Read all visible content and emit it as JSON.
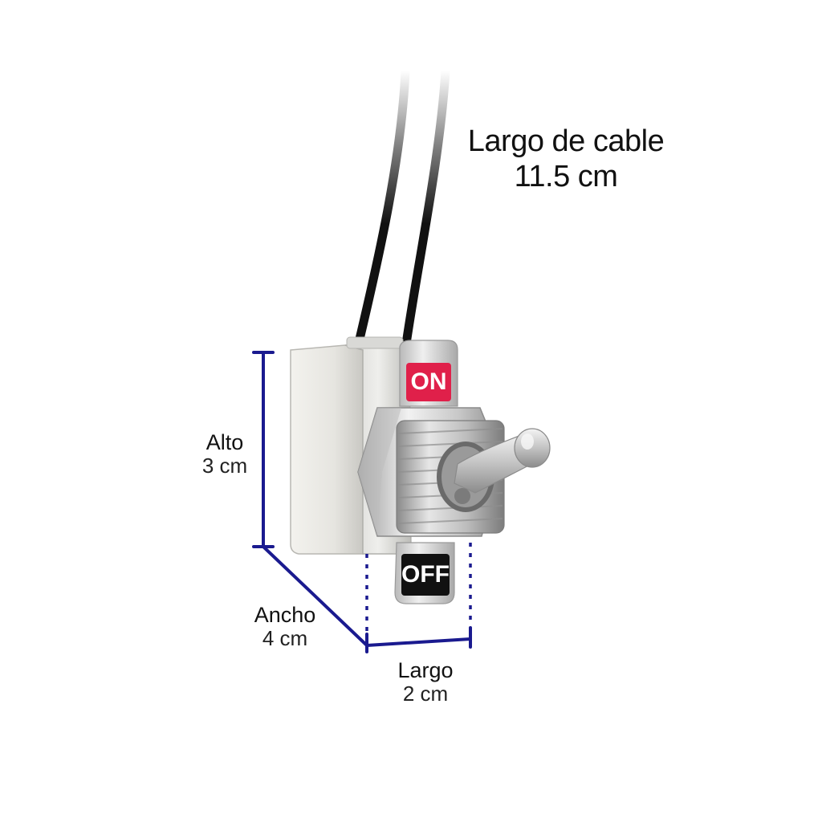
{
  "cable": {
    "line1": "Largo de cable",
    "line2": "11.5 cm"
  },
  "dimensions": {
    "alto": {
      "label": "Alto",
      "value": "3 cm"
    },
    "ancho": {
      "label": "Ancho",
      "value": "4 cm"
    },
    "largo": {
      "label": "Largo",
      "value": "2 cm"
    }
  },
  "switch": {
    "on_label": "ON",
    "off_label": "OFF"
  },
  "colors": {
    "dimension_line": "#1a1a8f",
    "on_plate": "#e0204a",
    "off_plate": "#111111"
  },
  "icons": {
    "product": "toggle-switch-icon"
  }
}
